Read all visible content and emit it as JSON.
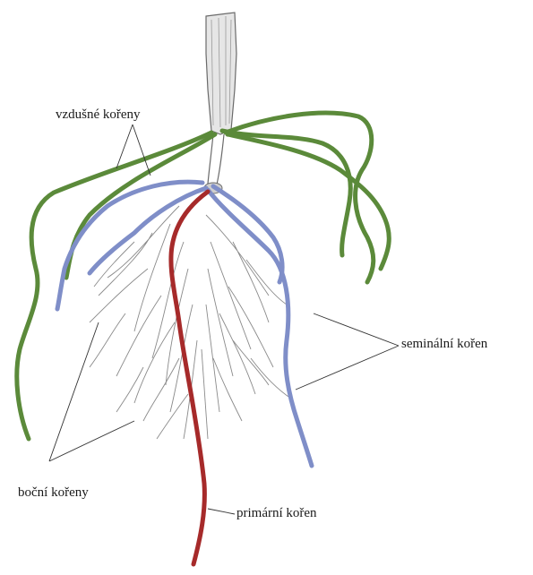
{
  "labels": {
    "aerial_roots": "vzdušné kořeny",
    "seminal_root": "seminální kořen",
    "lateral_roots": "boční kořeny",
    "primary_root": "primární kořen"
  },
  "colors": {
    "aerial_roots": "#5b8a3a",
    "seminal_roots": "#7f8ec8",
    "primary_root": "#a62a2a",
    "lateral_roots": "#8a8a8a",
    "stem": "#b8b8b8",
    "leader_lines": "#333333"
  }
}
